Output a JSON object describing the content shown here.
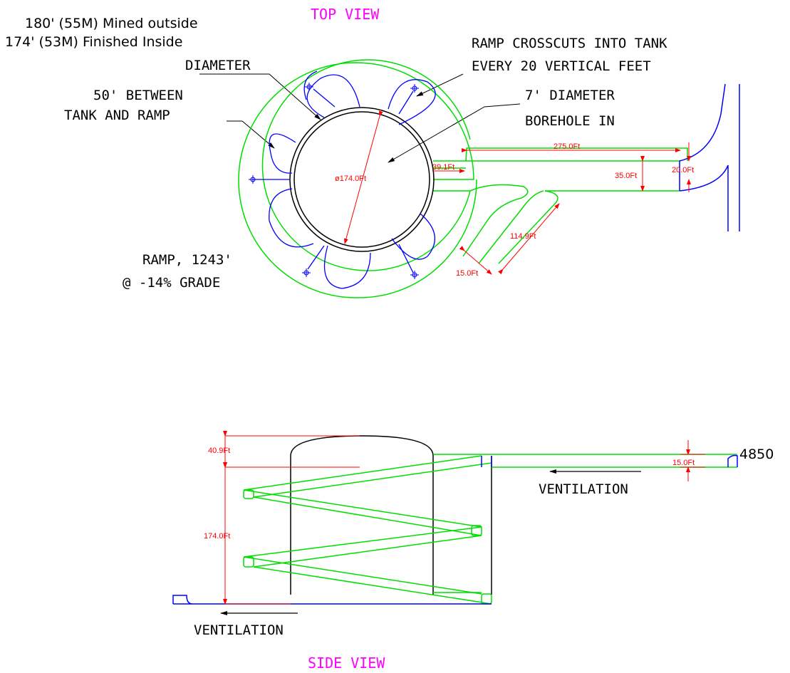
{
  "colors": {
    "ramp": "#00dd00",
    "tank": "#000000",
    "utility": "#0000ff",
    "dimension": "#ff0000",
    "view_title": "#ff00ff",
    "text": "#000000"
  },
  "top_view": {
    "title": "TOP VIEW",
    "labels": {
      "mined_outside": "180' (55M) Mined outside",
      "finished_inside": "174' (53M) Finished Inside",
      "diameter": "DIAMETER",
      "between_1": "50' BETWEEN",
      "between_2": "TANK AND RAMP",
      "crosscuts_1": "RAMP CROSSCUTS INTO TANK",
      "crosscuts_2": "EVERY 20 VERTICAL FEET",
      "borehole_1": "7' DIAMETER",
      "borehole_2": "BOREHOLE IN",
      "ramp_1": "RAMP, 1243'",
      "ramp_2": "@ -14% GRADE"
    },
    "dimensions": {
      "tank_diameter": "ø174.0Ft",
      "offset": "39.1Ft",
      "drift_length": "275.0Ft",
      "drift_width": "35.0Ft",
      "drift_end": "20.0Ft",
      "switchback_length": "114.9Ft",
      "switchback_width": "15.0Ft"
    }
  },
  "side_view": {
    "title": "SIDE VIEW",
    "labels": {
      "elevation": "4850",
      "ventilation_top": "VENTILATION",
      "ventilation_bottom": "VENTILATION"
    },
    "dimensions": {
      "dome_height": "40.9Ft",
      "tank_height": "174.0Ft",
      "drift_height": "15.0Ft"
    }
  }
}
